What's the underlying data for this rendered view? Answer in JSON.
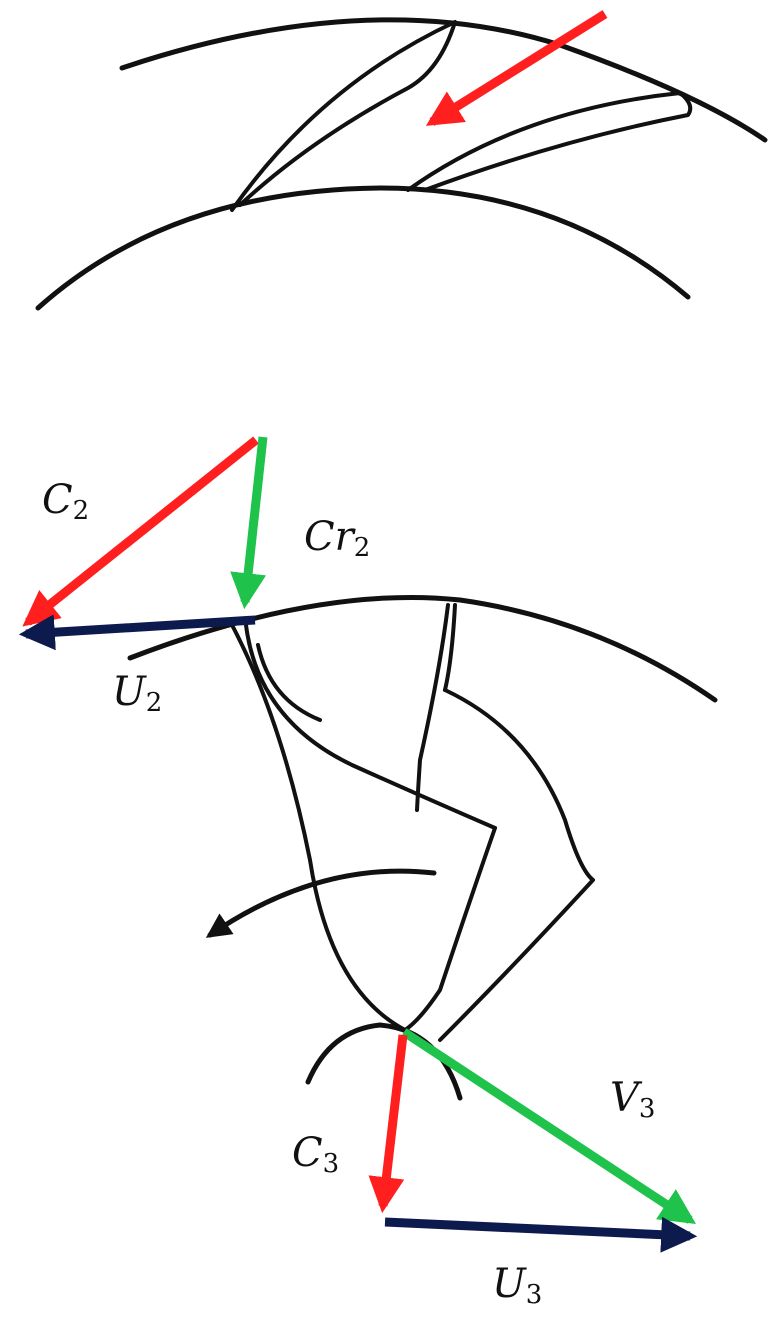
{
  "colors": {
    "line": "#111111",
    "red_vector": "#ff1f1f",
    "green_vector": "#1fc24a",
    "navy_vector": "#0d1a4d"
  },
  "inlet_view": {
    "flow_arrow_color": "#ff1f1f"
  },
  "velocity_triangle_inlet": {
    "c2": {
      "symbol": "C",
      "subscript": "2",
      "color": "#ff1f1f"
    },
    "cr2": {
      "symbol": "Cr",
      "subscript": "2",
      "color": "#1fc24a"
    },
    "u2": {
      "symbol": "U",
      "subscript": "2",
      "color": "#0d1a4d"
    }
  },
  "velocity_triangle_outlet": {
    "v3": {
      "symbol": "V",
      "subscript": "3",
      "color": "#1fc24a"
    },
    "c3": {
      "symbol": "C",
      "subscript": "3",
      "color": "#ff1f1f"
    },
    "u3": {
      "symbol": "U",
      "subscript": "3",
      "color": "#0d1a4d"
    }
  },
  "rotation_arrow": {
    "direction": "counter-clockwise"
  }
}
